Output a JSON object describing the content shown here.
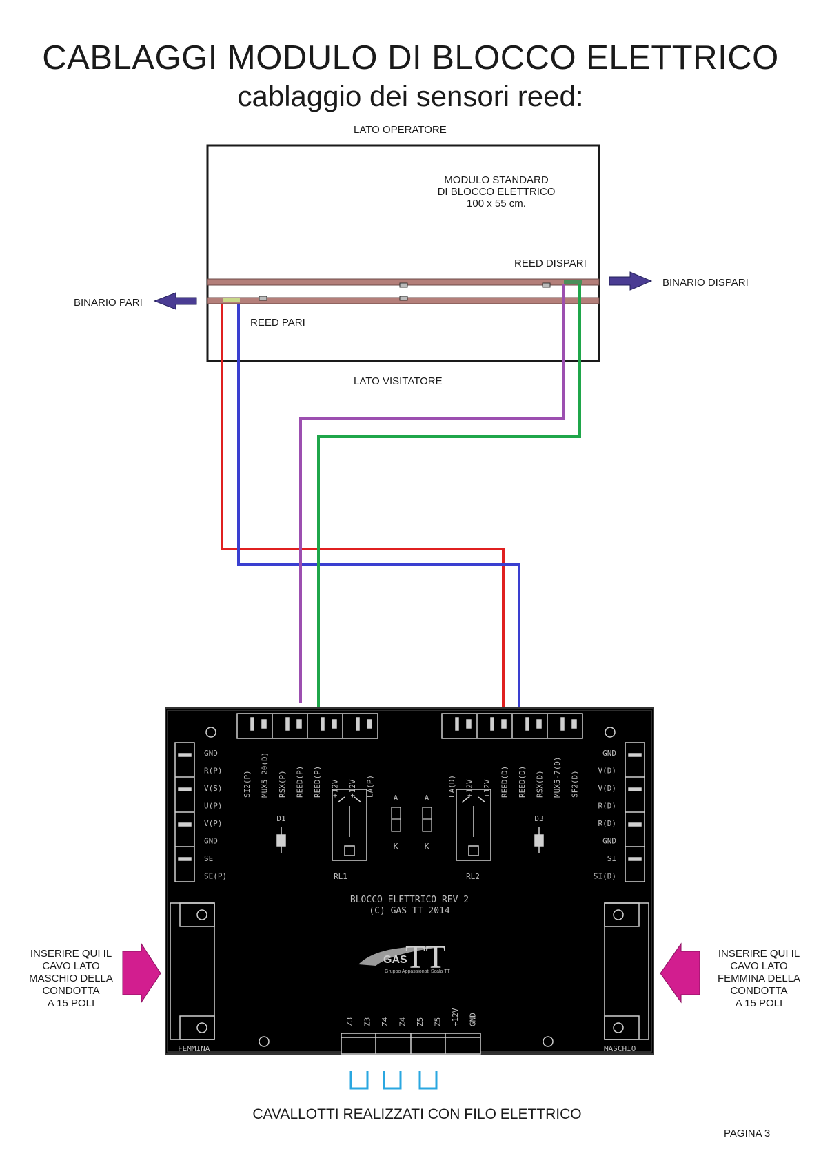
{
  "title": "CABLAGGI MODULO DI BLOCCO ELETTRICO",
  "subtitle": "cablaggio dei sensori reed:",
  "module": {
    "top_side": "LATO OPERATORE",
    "bottom_side": "LATO VISITATORE",
    "name_line1": "MODULO STANDARD",
    "name_line2": "DI BLOCCO ELETTRICO",
    "name_line3": "100 x 55 cm.",
    "reed_odd": "REED DISPARI",
    "reed_even": "REED PARI",
    "track_even": "BINARIO PARI",
    "track_odd": "BINARIO DISPARI"
  },
  "board": {
    "title_line1": "BLOCCO ELETTRICO REV 2",
    "title_line2": "(C) GAS TT 2014",
    "logo_gas": "GAS",
    "logo_tt": "TT",
    "logo_tagline": "Gruppo Appassionati Scala TT",
    "left_pins": [
      "GND",
      "R(P)",
      "V(S)",
      "U(P)",
      "V(P)",
      "GND",
      "SE",
      "SE(P)"
    ],
    "right_pins": [
      "GND",
      "V(D)",
      "V(D)",
      "R(D)",
      "R(D)",
      "GND",
      "SI",
      "SI(D)"
    ],
    "top_left_pins": [
      "SI2(P)",
      "MUX5-20(D)",
      "RSX(P)",
      "REED(P)",
      "REED(P)",
      "+12V",
      "+12V",
      "LA(P)"
    ],
    "top_right_pins": [
      "LA(D)",
      "+12V",
      "+12V",
      "REED(D)",
      "REED(D)",
      "RSX(D)",
      "MUX5-7(D)",
      "SF2(D)"
    ],
    "bottom_pins": [
      "Z3",
      "Z3",
      "Z4",
      "Z4",
      "Z5",
      "Z5",
      "+12V",
      "GND"
    ],
    "relay1": "RL1",
    "relay2": "RL2",
    "diode1": "D1",
    "diode3": "D3",
    "female": "FEMMINA",
    "male": "MASCHIO"
  },
  "left_note": [
    "INSERIRE QUI IL",
    "CAVO LATO",
    "MASCHIO DELLA",
    "CONDOTTA",
    "A 15 POLI"
  ],
  "right_note": [
    "INSERIRE QUI IL",
    "CAVO LATO",
    "FEMMINA DELLA",
    "CONDOTTA",
    "A 15 POLI"
  ],
  "jumpers_caption": "CAVALLOTTI REALIZZATI CON FILO ELETTRICO",
  "page_number": "PAGINA 3",
  "colors": {
    "rail": "#b47f7a",
    "red_wire": "#e02020",
    "blue_wire": "#3a3fd0",
    "purple_wire": "#9c4fb0",
    "green_wire": "#1fa64a",
    "arrow_blue": "#4a3c93",
    "arrow_magenta": "#d21e8f",
    "jumper": "#2aa7e0",
    "board": "#000000"
  }
}
